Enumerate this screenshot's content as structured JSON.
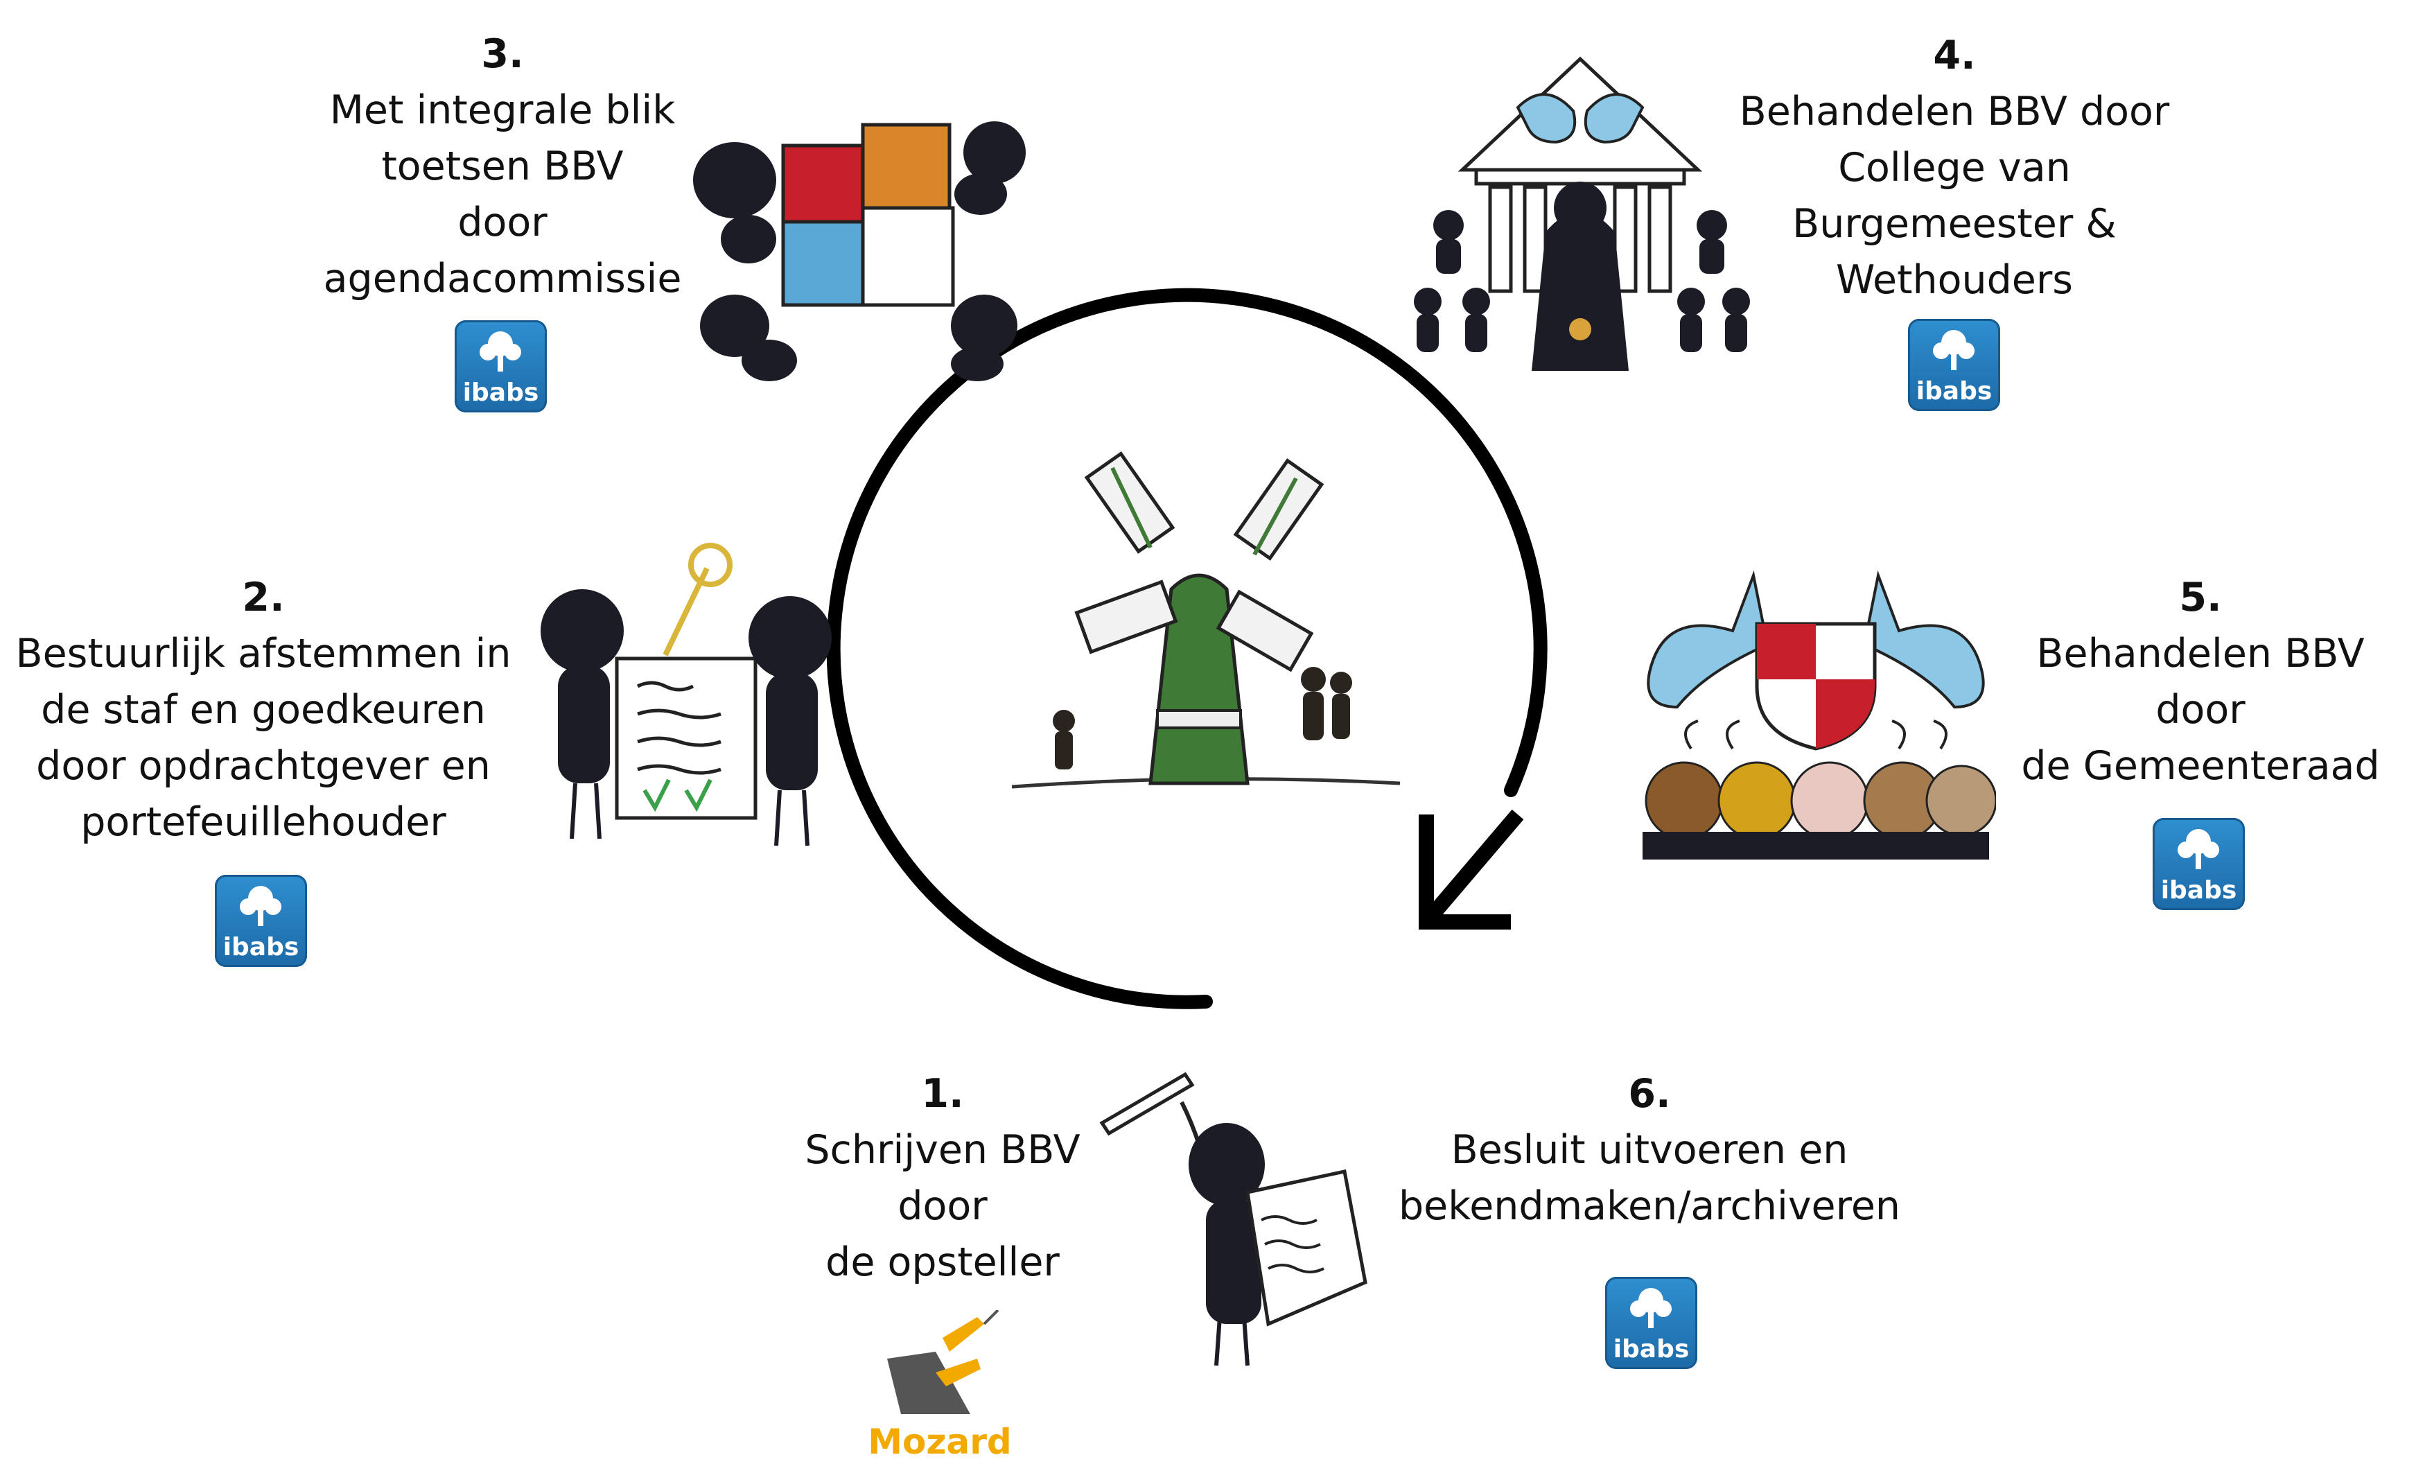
{
  "steps": [
    {
      "number": "1.",
      "lines": [
        "Schrijven BBV",
        "door",
        "de opsteller"
      ],
      "tool": "mozard"
    },
    {
      "number": "2.",
      "lines": [
        "Bestuurlijk afstemmen in",
        "de staf en goedkeuren",
        "door opdrachtgever en",
        "portefeuillehouder"
      ],
      "tool": "ibabs"
    },
    {
      "number": "3.",
      "lines": [
        "Met integrale blik",
        "toetsen BBV",
        "door",
        "agendacommissie"
      ],
      "tool": "ibabs"
    },
    {
      "number": "4.",
      "lines": [
        "Behandelen BBV door",
        "College van",
        "Burgemeester &",
        "Wethouders"
      ],
      "tool": "ibabs"
    },
    {
      "number": "5.",
      "lines": [
        "Behandelen BBV",
        "door",
        "de Gemeenteraad"
      ],
      "tool": "ibabs"
    },
    {
      "number": "6.",
      "lines": [
        "Besluit uitvoeren en",
        "bekendmaken/archiveren"
      ],
      "tool": "ibabs"
    }
  ],
  "logos": {
    "ibabs": "ibabs",
    "mozard": "Mozard"
  },
  "colors": {
    "ibabs_blue": "#2a7fc0",
    "mozard_yellow": "#f2a900",
    "figure_dark": "#1c1c26",
    "windmill_green": "#3f7a36",
    "puzzle_red": "#c8202b",
    "puzzle_orange": "#d9862a",
    "puzzle_blue": "#5aa8d6",
    "council_blue": "#8cc7e6"
  },
  "icons": [
    "windmill-icon",
    "cycle-arrow-icon",
    "ibabs-logo-icon",
    "mozard-logo-icon",
    "puzzle-meeting-icon",
    "city-hall-icon",
    "council-icon",
    "writer-icon",
    "approval-icon"
  ]
}
